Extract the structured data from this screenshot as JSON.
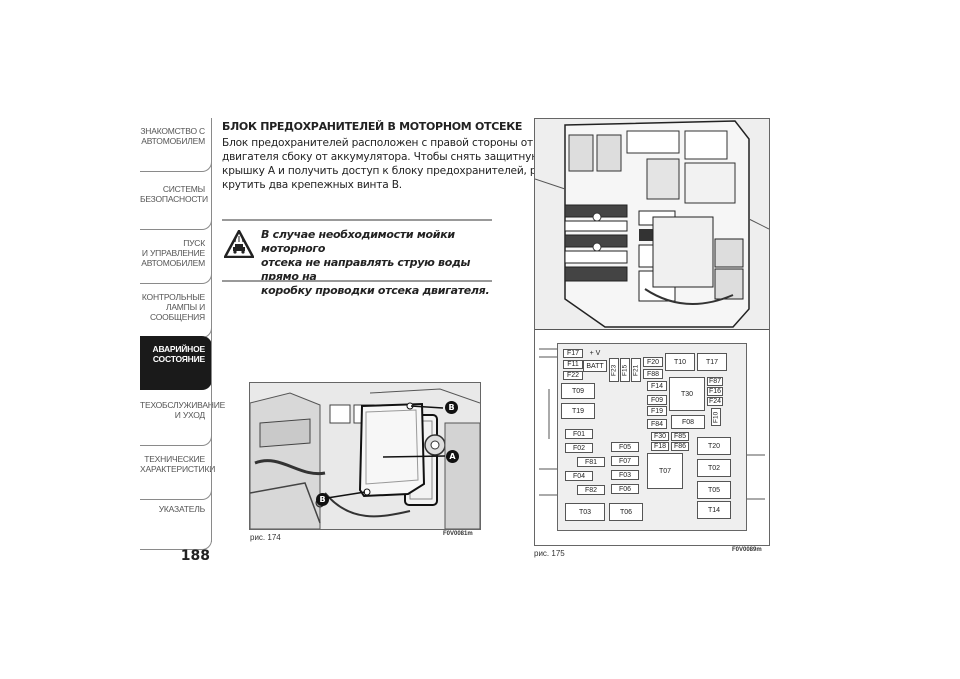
{
  "sidebar": {
    "tabs": [
      {
        "label": "ЗНАКОМСТВО С\nАВТОМОБИЛЕМ",
        "active": false
      },
      {
        "label": "СИСТЕМЫ\nБЕЗОПАСНОСТИ",
        "active": false
      },
      {
        "label": "ПУСК\nИ УПРАВЛЕНИЕ\nАВТОМОБИЛЕМ",
        "active": false
      },
      {
        "label": "КОНТРОЛЬНЫЕ\nЛАМПЫ И\nСООБЩЕНИЯ",
        "active": false
      },
      {
        "label": "АВАРИЙНОЕ\nСОСТОЯНИЕ",
        "active": true
      },
      {
        "label": "ТЕХОБСЛУЖИВАНИЕ\nИ УХОД",
        "active": false
      },
      {
        "label": "ТЕХНИЧЕСКИЕ\nХАРАКТЕРИСТИКИ",
        "active": false
      },
      {
        "label": "УКАЗАТЕЛЬ",
        "active": false
      }
    ],
    "page_number": "188"
  },
  "section": {
    "title": "БЛОК ПРЕДОХРАНИТЕЛЕЙ В МОТОРНОМ ОТСЕКЕ",
    "body_lines": [
      "Блок предохранителей расположен с правой стороны от",
      "двигателя сбоку от аккумулятора. Чтобы снять защитную",
      "крышку A и получить доступ к блоку предохранителей, рас-",
      "крутить два крепежных винта B."
    ],
    "warning_lines": [
      "В случае необходимости мойки моторного",
      "отсека не направлять струю воды прямо на",
      "коробку проводки отсека двигателя."
    ],
    "warning_icon": "car-wash-warning-icon"
  },
  "figure174": {
    "caption": "рис. 174",
    "code": "F0V0081m",
    "labels": {
      "b1": "B",
      "a": "A",
      "b2": "B"
    }
  },
  "figure175": {
    "caption": "рис. 175",
    "code": "F0V0089m",
    "fuses": {
      "F17": "F17",
      "V": "+ V",
      "F11": "F11",
      "BATT": "BATT",
      "F22": "F22",
      "F23": "F23",
      "F15": "F15",
      "F21": "F21",
      "F20": "F20",
      "F88": "F88",
      "T10": "T10",
      "T17": "T17",
      "T09": "T09",
      "F14": "F14",
      "T30": "T30",
      "F87": "F87",
      "F16": "F16",
      "F24": "F24",
      "F10": "F10",
      "T19": "T19",
      "F09": "F09",
      "F19": "F19",
      "F08": "F08",
      "F84": "F84",
      "F01": "F01",
      "F30": "F30",
      "F85": "F85",
      "F02": "F02",
      "F05": "F05",
      "F18": "F18",
      "F86": "F86",
      "T20": "T20",
      "F81": "F81",
      "F07": "F07",
      "T07": "T07",
      "T02": "T02",
      "F04": "F04",
      "F03": "F03",
      "F82": "F82",
      "F06": "F06",
      "T05": "T05",
      "T03": "T03",
      "T06": "T06",
      "T14": "T14"
    }
  }
}
